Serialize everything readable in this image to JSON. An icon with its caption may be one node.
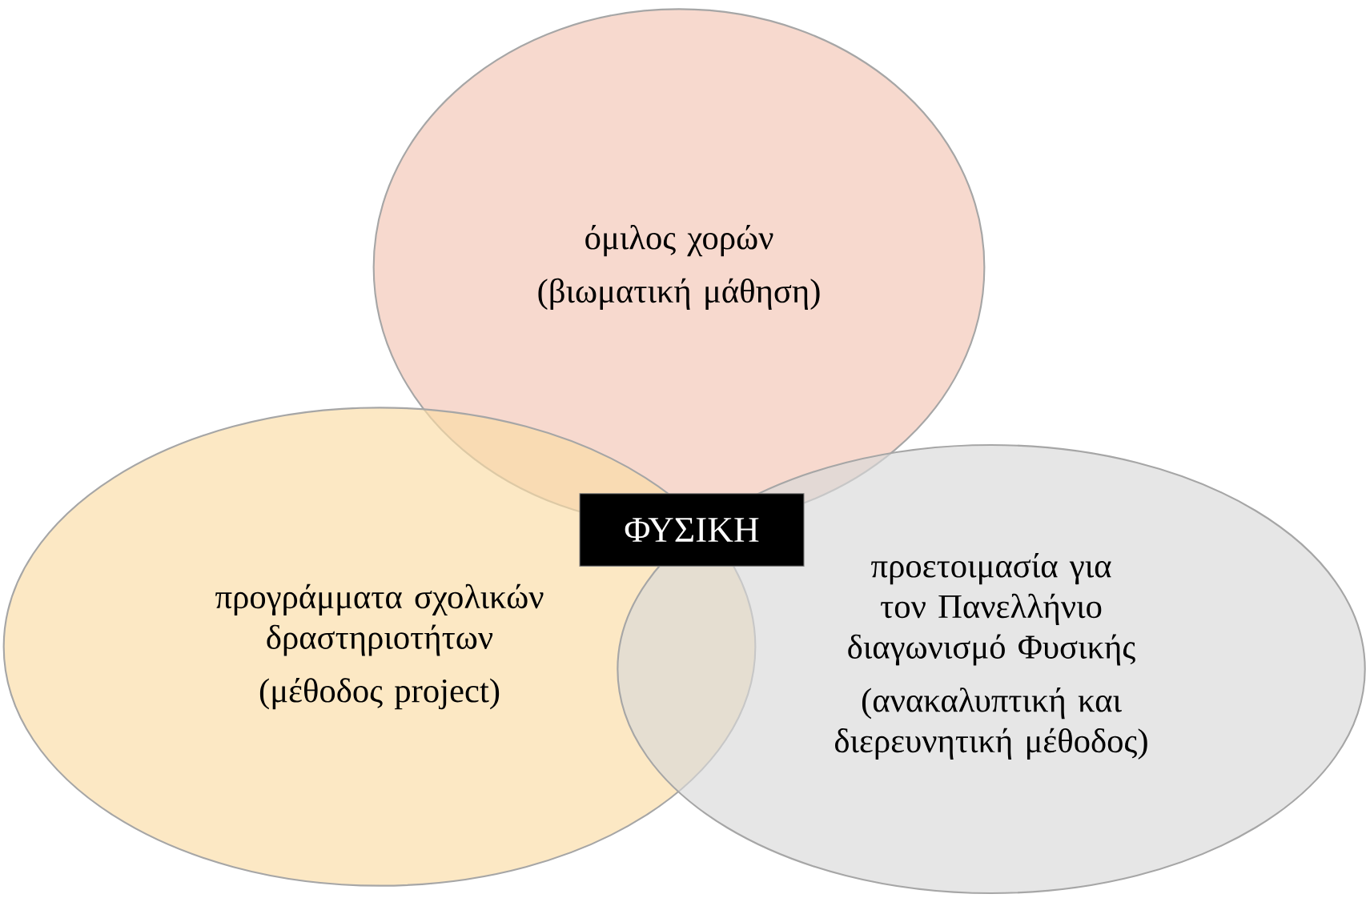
{
  "diagram": {
    "nodes": [
      {
        "text": [
          "όμιλος χορών",
          "(βιωματική μάθηση)"
        ]
      },
      {
        "text": [
          "προγράμματα σχολικών δραστηριοτήτων",
          "(μέθοδος project)"
        ]
      },
      {
        "text": [
          "προετοιμασία για τον Πανελλήνιο διαγωνισμό Φυσικής",
          "(ανακαλυπτική και διερευνητική μέθοδος)"
        ]
      },
      {
        "text": [
          "ΦΥΣΙΚΗ"
        ]
      }
    ]
  }
}
